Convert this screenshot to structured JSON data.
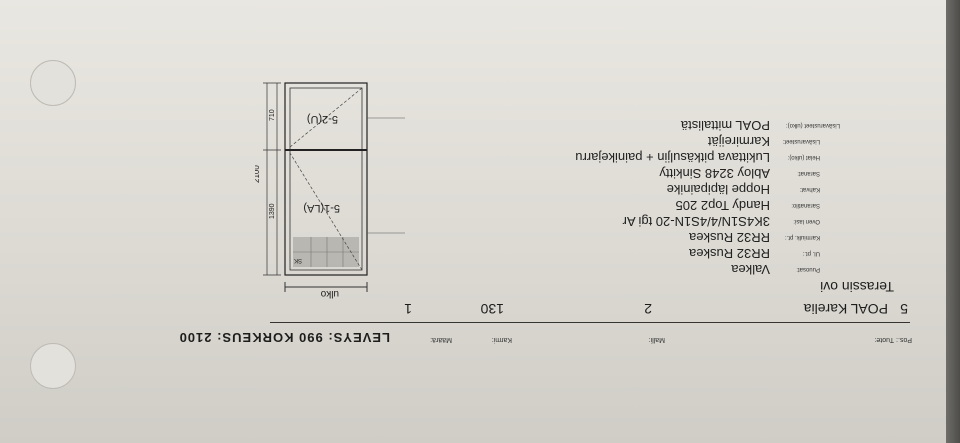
{
  "header": {
    "pos_label": "Pos.:",
    "product_label": "Tuote:",
    "model_label": "Malli:",
    "frames_label": "Karmi:",
    "quantity_label": "Määrä:",
    "dimensions": "LEVEYS: 990 KORKEUS: 2100"
  },
  "row": {
    "position": "5",
    "product": "POAL Karelia",
    "model": "2",
    "frame": "130",
    "quantity": "1"
  },
  "item_title": "Terassin ovi",
  "specs": [
    {
      "label": "Puuosat:",
      "value": "Valkea"
    },
    {
      "label": "Ul. pt.:",
      "value": "RR32 Ruskea"
    },
    {
      "label": "Karmiulk. pt.:",
      "value": "RR32 Ruskea"
    },
    {
      "label": "Oven lasi:",
      "value": "3K4S1N/4/4S1N-20 tgi Ar"
    },
    {
      "label": "Saranatilo:",
      "value": "Handy Top2 205"
    },
    {
      "label": "Kahvat:",
      "value": "Hoppe läpipainike"
    },
    {
      "label": "Saranat:",
      "value": "Abloy 3248 Sinkitty"
    },
    {
      "label": "Helat (ulko):",
      "value": "Lukittava pitkäsuljin + painikejarru"
    },
    {
      "label": "Lisävarusteet:",
      "value": "Karmireijät"
    },
    {
      "label": "Lisävarusteet (ulko):",
      "value": "POAL mittalistä"
    }
  ],
  "drawing": {
    "side_label": "ulko",
    "panel_top": "5-1(LA)",
    "panel_bottom": "5-2(U)",
    "corner_mark": "SK",
    "dim_total": "2100",
    "dim_top": "1390",
    "dim_bottom": "710"
  }
}
